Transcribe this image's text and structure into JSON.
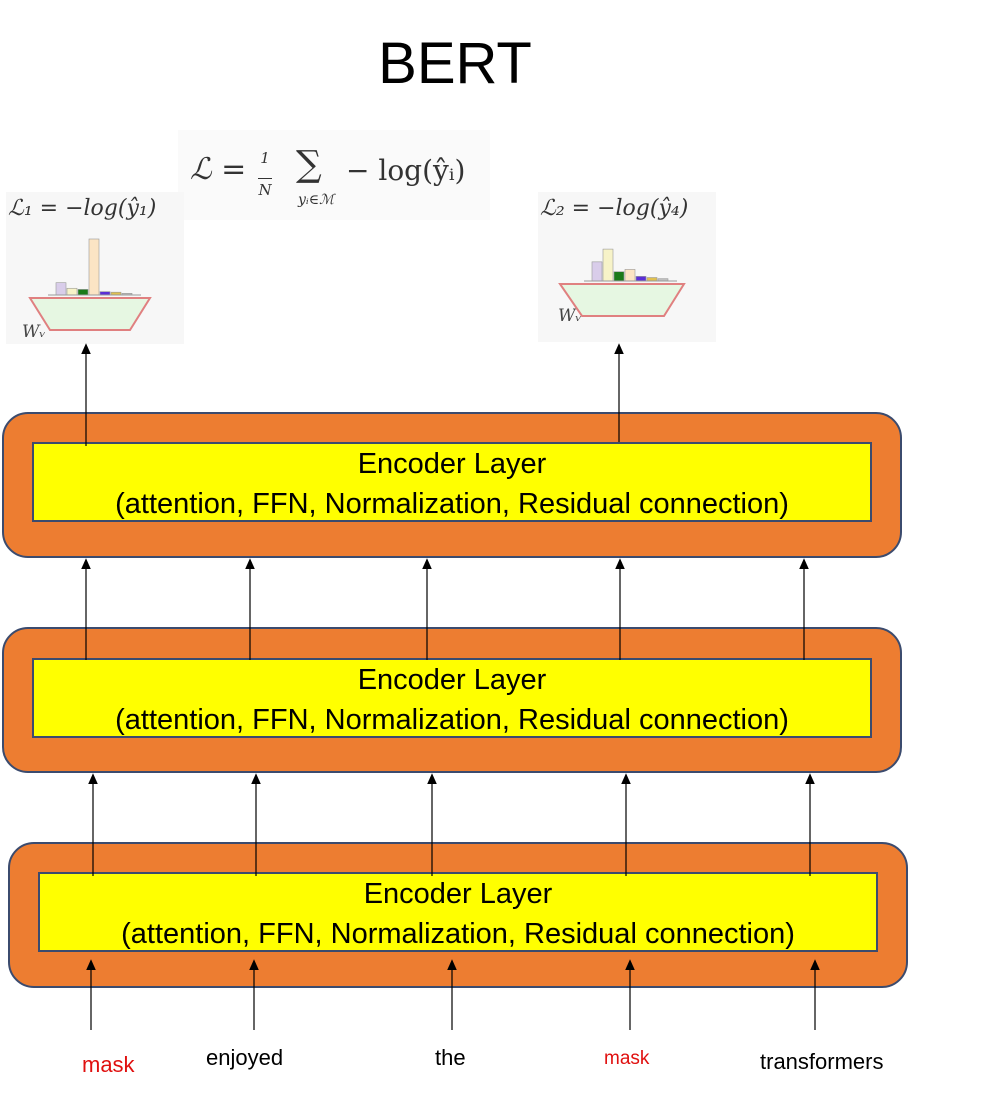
{
  "title": "BERT",
  "loss_total": {
    "lhs": "ℒ =",
    "frac_num": "1",
    "frac_den": "N",
    "sum_symbol": "∑",
    "sum_subscript": "yᵢ∈ℳ",
    "rhs": "− log(ŷᵢ)"
  },
  "loss_1": "ℒ₁ = −log(ŷ₁)",
  "loss_2": "ℒ₂ = −log(ŷ₄)",
  "projection_label": "Wᵥ",
  "encoder_layers": [
    {
      "line1": "Encoder Layer",
      "line2": "(attention, FFN, Normalization, Residual connection)"
    },
    {
      "line1": "Encoder Layer",
      "line2": "(attention, FFN, Normalization, Residual connection)"
    },
    {
      "line1": "Encoder Layer",
      "line2": "(attention, FFN, Normalization, Residual connection)"
    }
  ],
  "tokens": [
    {
      "text": "mask",
      "masked": true
    },
    {
      "text": "enjoyed",
      "masked": false
    },
    {
      "text": "the",
      "masked": false
    },
    {
      "text": "mask",
      "masked": true
    },
    {
      "text": "transformers",
      "masked": false
    }
  ],
  "distribution_1": [
    0.22,
    0.12,
    0.1,
    1.0,
    0.06,
    0.05,
    0.03
  ],
  "distribution_2": [
    0.33,
    0.55,
    0.16,
    0.2,
    0.08,
    0.06,
    0.04
  ],
  "distribution_colors": [
    "#d9cdea",
    "#f7f3c8",
    "#1a7a1a",
    "#fbe4c4",
    "#5b2fd6",
    "#e0c050",
    "#bfbfbf"
  ],
  "colors": {
    "encoder_outer": "#ed7d31",
    "encoder_inner": "#ffff00",
    "mask_token": "#e0100f"
  }
}
